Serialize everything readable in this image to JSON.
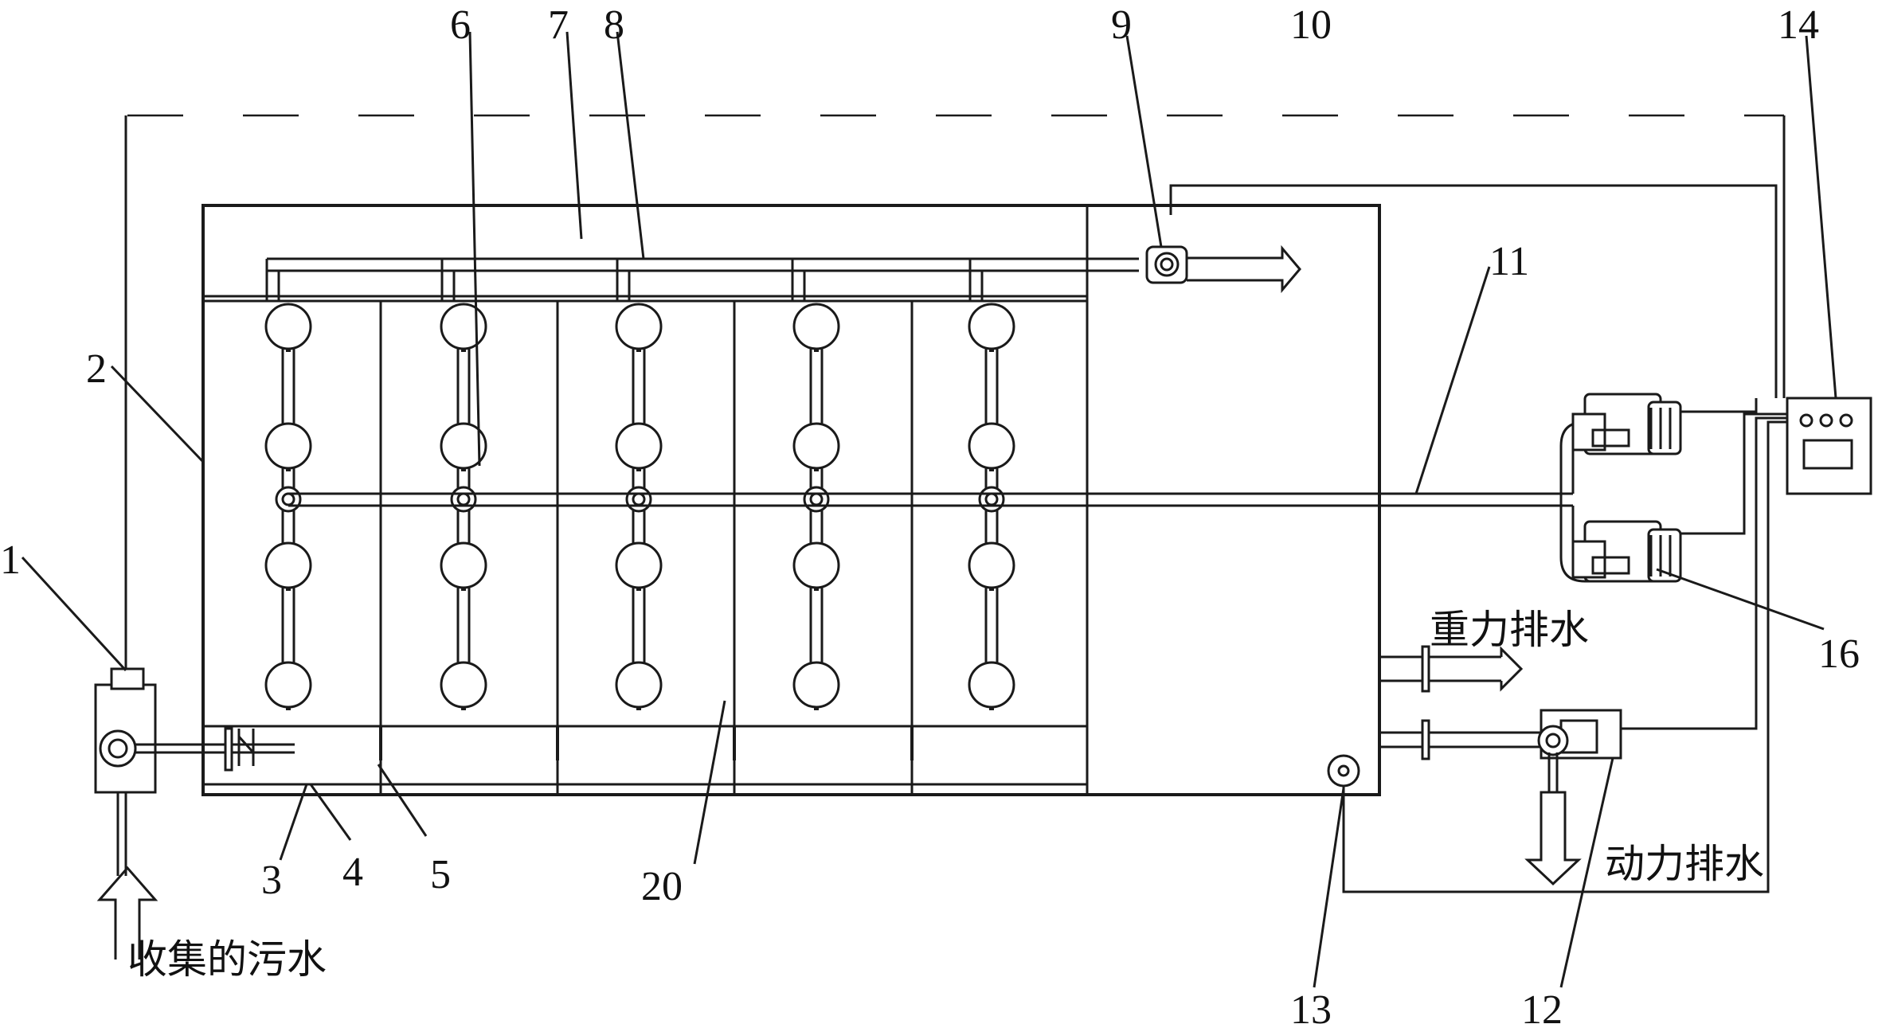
{
  "colors": {
    "line": "#1a1a1a",
    "background": "#ffffff"
  },
  "labels": {
    "n1": "1",
    "n2": "2",
    "n3": "3",
    "n4": "4",
    "n5": "5",
    "n6": "6",
    "n7": "7",
    "n8": "8",
    "n9": "9",
    "n10": "10",
    "n11": "11",
    "n12": "12",
    "n13": "13",
    "n14": "14",
    "n16": "16",
    "n20": "20"
  },
  "annotations": {
    "inflow": "收集的污水",
    "gravity_drain": "重力排水",
    "power_drain": "动力排水"
  }
}
